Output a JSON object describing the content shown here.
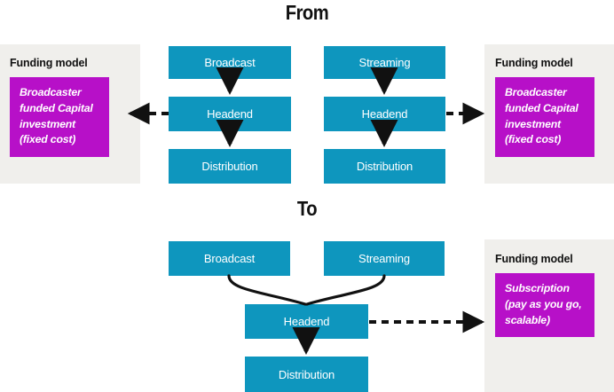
{
  "headings": {
    "from": "From",
    "to": "To"
  },
  "panels": {
    "left": {
      "title": "Funding model",
      "chip_text": "Broadcaster\nfunded Capital\ninvestment\n(fixed cost)"
    },
    "right": {
      "title": "Funding model",
      "chip_text": "Broadcaster\nfunded Capital\ninvestment\n(fixed cost)"
    },
    "bottom": {
      "title": "Funding model",
      "chip_text": "Subscription\n(pay as you go,\nscalable)"
    }
  },
  "from_section": {
    "left_chain": {
      "source": "Broadcast",
      "headend": "Headend",
      "distribution": "Distribution"
    },
    "right_chain": {
      "source": "Streaming",
      "headend": "Headend",
      "distribution": "Distribution"
    }
  },
  "to_section": {
    "source_broadcast": "Broadcast",
    "source_streaming": "Streaming",
    "headend": "Headend",
    "distribution": "Distribution"
  },
  "colors": {
    "process_box": "#0e96be",
    "funding_chip": "#b710c8",
    "panel_background": "#f0efec",
    "connector": "#111111",
    "page_background": "#ffffff"
  }
}
